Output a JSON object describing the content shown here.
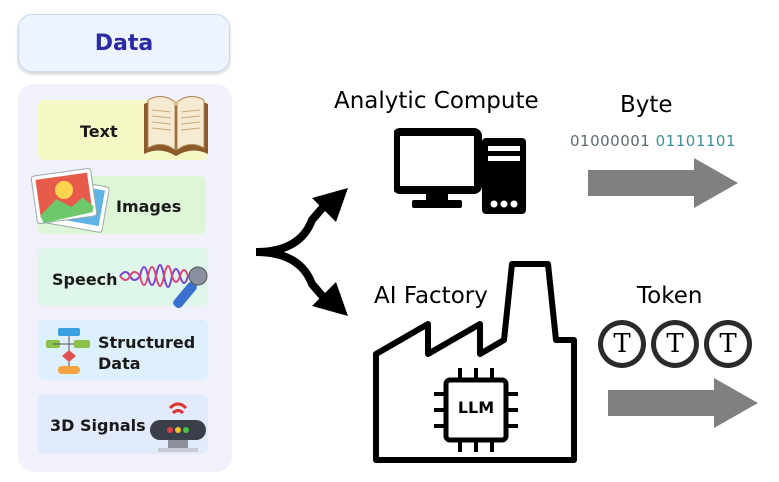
{
  "data_panel": {
    "title": "Data",
    "items": [
      {
        "label": "Text"
      },
      {
        "label": "Images"
      },
      {
        "label": "Speech"
      },
      {
        "label": "Structured\nData",
        "line1": "Structured",
        "line2": "Data"
      },
      {
        "label": "3D Signals"
      }
    ]
  },
  "analytic": {
    "title": "Analytic Compute",
    "output_label": "Byte",
    "bits_1": "01000001",
    "bits_2": "01101101"
  },
  "factory": {
    "title": "AI Factory",
    "chip_label": "LLM",
    "output_label": "Token",
    "tokens": [
      "T",
      "T",
      "T"
    ]
  },
  "colors": {
    "data_title": "#2a2aa6",
    "arrow_gray": "#808080",
    "bits_gray": "#5a6b70",
    "bits_teal": "#3f8f9a"
  }
}
